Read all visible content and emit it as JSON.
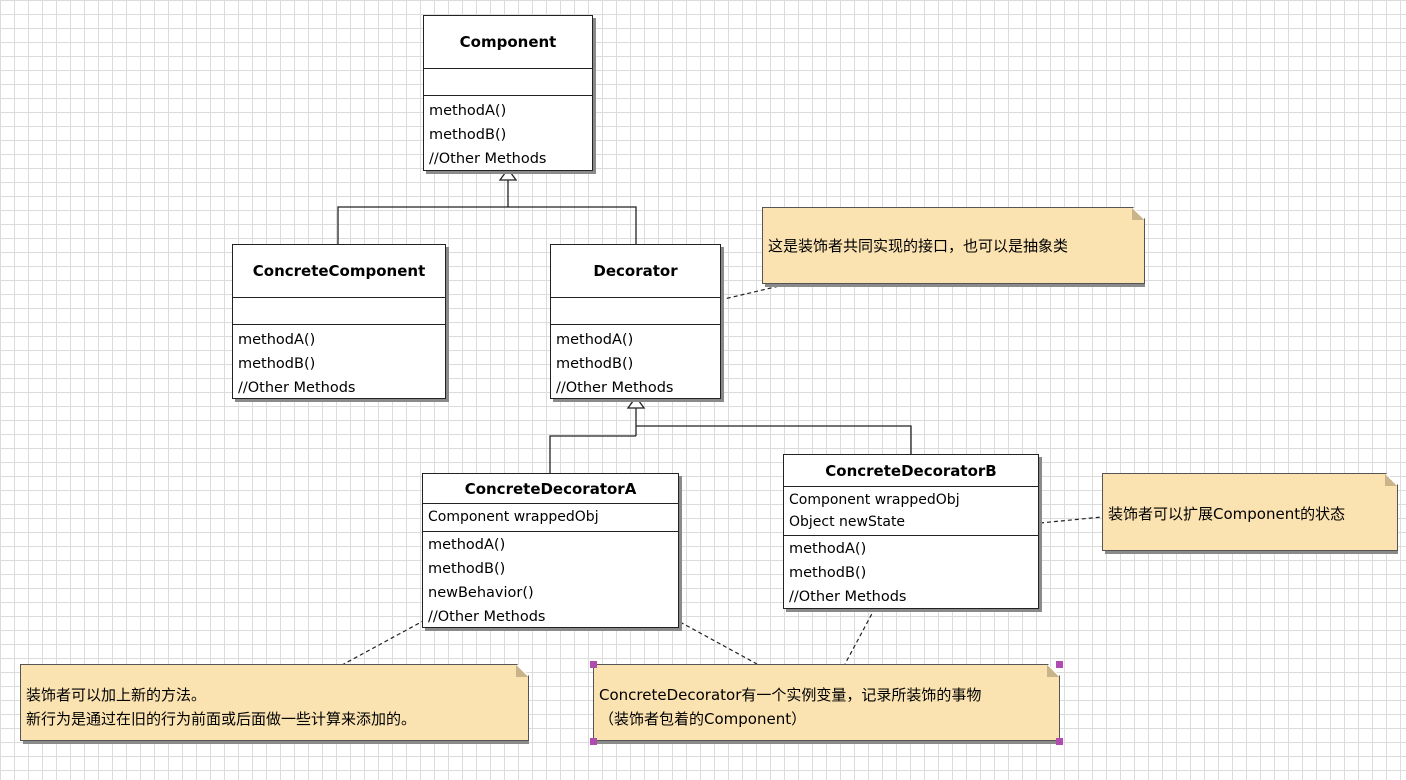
{
  "classes": {
    "component": {
      "name": "Component",
      "attributes": [],
      "methods": [
        "methodA()",
        "methodB()",
        "//Other Methods"
      ]
    },
    "concrete_component": {
      "name": "ConcreteComponent",
      "attributes": [],
      "methods": [
        "methodA()",
        "methodB()",
        "//Other Methods"
      ]
    },
    "decorator": {
      "name": "Decorator",
      "attributes": [],
      "methods": [
        "methodA()",
        "methodB()",
        "//Other Methods"
      ]
    },
    "concrete_decorator_a": {
      "name": "ConcreteDecoratorA",
      "attributes": [
        "Component wrappedObj"
      ],
      "methods": [
        "methodA()",
        "methodB()",
        "newBehavior()",
        "//Other Methods"
      ]
    },
    "concrete_decorator_b": {
      "name": "ConcreteDecoratorB",
      "attributes": [
        "Component wrappedObj",
        "Object newState"
      ],
      "methods": [
        "methodA()",
        "methodB()",
        "//Other Methods"
      ]
    }
  },
  "notes": {
    "decorator_note": {
      "lines": [
        "这是装饰者共同实现的接口，也可以是抽象类"
      ]
    },
    "state_note": {
      "lines": [
        "装饰者可以扩展Component的状态"
      ]
    },
    "behavior_note": {
      "lines": [
        "装饰者可以加上新的方法。",
        "新行为是通过在旧的行为前面或后面做一些计算来添加的。"
      ]
    },
    "wrapped_note": {
      "lines": [
        "ConcreteDecorator有一个实例变量，记录所装饰的事物",
        "（装饰者包着的Component）"
      ]
    }
  },
  "colors": {
    "note_fill": "#fbe3b1",
    "grid": "#dcdcdc",
    "selection_handle": "#b04cb0"
  }
}
